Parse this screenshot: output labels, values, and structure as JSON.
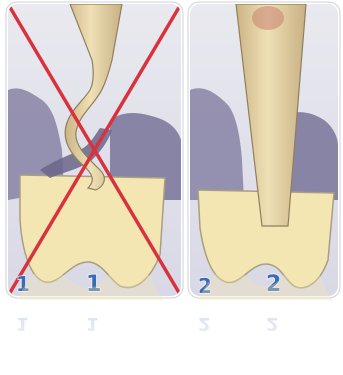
{
  "panels": [
    {
      "id": "incorrect",
      "labels": [
        "1",
        "1"
      ],
      "crossed_out": true,
      "cross_color": "#d8323c"
    },
    {
      "id": "correct",
      "labels": [
        "2",
        "2"
      ],
      "crossed_out": false
    }
  ],
  "colors": {
    "tooth": "#f3e6b2",
    "instrument": "#e8d5a5",
    "shadow_tissue": "#8c87a8",
    "label": "#3c6ab5",
    "frame": "#ffffff"
  },
  "icons": [
    "cross-mark-icon"
  ]
}
